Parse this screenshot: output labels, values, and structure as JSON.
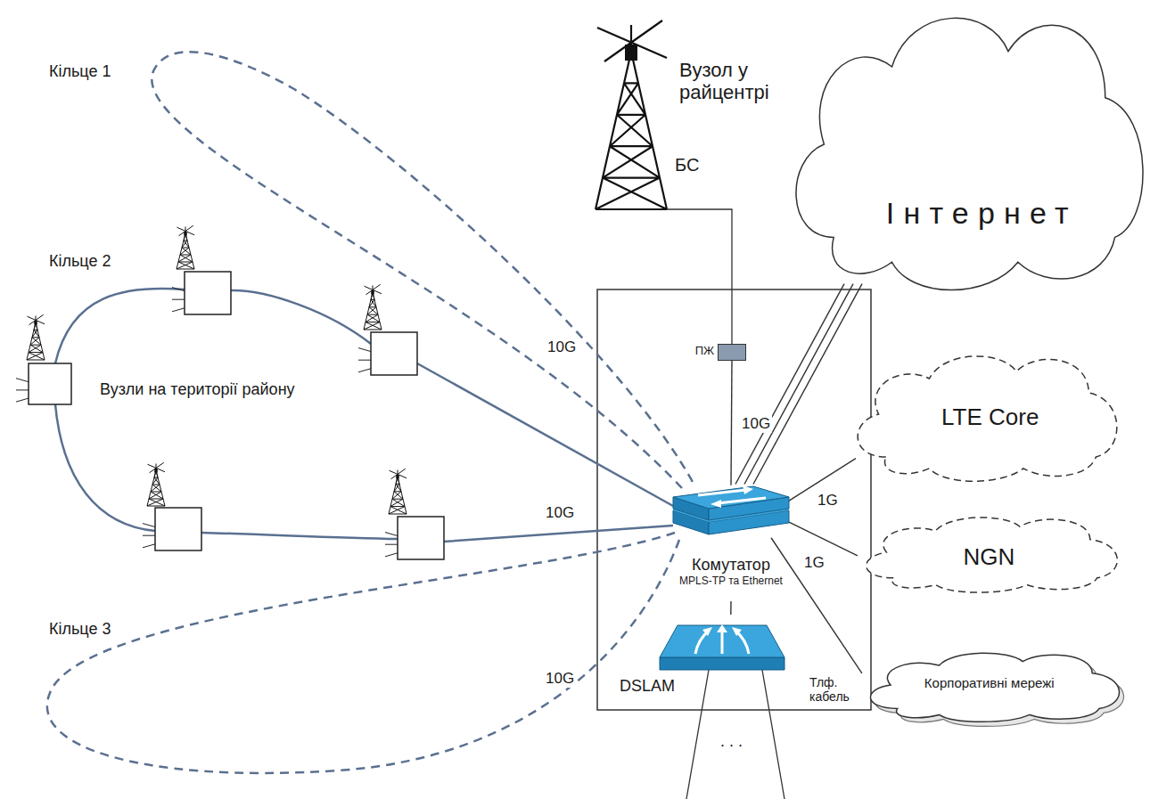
{
  "diagram": {
    "nodes": [
      {
        "text": [
          "Інтернет"
        ]
      },
      {
        "text": [
          "LTE Core"
        ]
      },
      {
        "text": [
          "NGN"
        ]
      },
      {
        "text": [
          "Корпоративні мережі"
        ]
      },
      {
        "text": [
          "ПЖ"
        ]
      },
      {
        "text": [
          "Комутатор",
          "MPLS-TP та Ethernet"
        ]
      },
      {
        "text": [
          "DSLAM"
        ]
      }
    ],
    "edges": [
      {
        "from": 4,
        "to": 5,
        "arrow": "none",
        "label": "10G"
      },
      {
        "from": 5,
        "to": 0,
        "arrow": "none"
      },
      {
        "from": 5,
        "to": 1,
        "arrow": "none",
        "label": "1G"
      },
      {
        "from": 5,
        "to": 2,
        "arrow": "none",
        "label": "1G"
      },
      {
        "from": 5,
        "to": 3,
        "arrow": "none"
      },
      {
        "from": 5,
        "to": 6,
        "arrow": "none"
      }
    ],
    "labels": [
      "Кільце 1",
      "Кільце 2",
      "Кільце 3",
      "Вузол у райцентрі",
      "БС",
      "Вузли на території району",
      "10G",
      "10G",
      "10G",
      "Тлф. кабель",
      ". . ."
    ]
  }
}
